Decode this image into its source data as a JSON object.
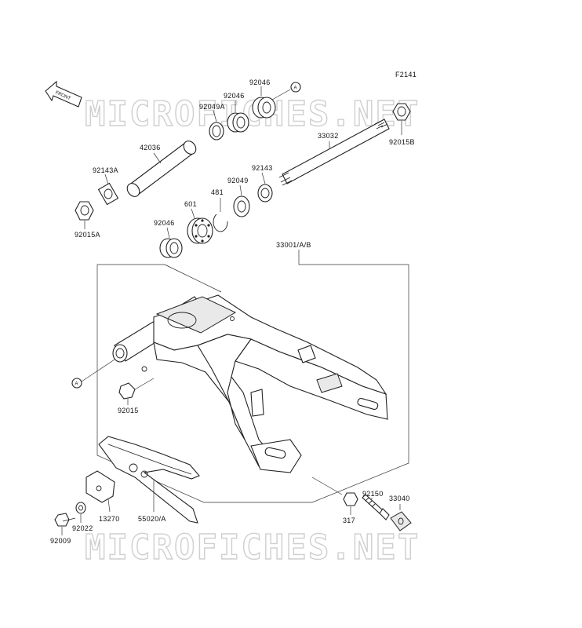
{
  "diagram": {
    "figure_id": "F2141",
    "watermarks": [
      "MICROFICHES.NET",
      "MICROFICHES.NET"
    ],
    "front_arrow_label": "FRONT",
    "ref_marker": "A",
    "part_labels": {
      "p92046_top": "92046",
      "p92046_mid": "92046",
      "p92049A": "92049A",
      "p33032": "33032",
      "p92015B": "92015B",
      "p42036": "42036",
      "p92143A": "92143A",
      "p92143": "92143",
      "p92049": "92049",
      "p481": "481",
      "p601": "601",
      "p92015A": "92015A",
      "p92046_low": "92046",
      "p33001": "33001/A/B",
      "p92015": "92015",
      "p92150": "92150",
      "p33040": "33040",
      "p317": "317",
      "p13270": "13270",
      "p55020": "55020/A",
      "p92022": "92022",
      "p92009": "92009"
    }
  }
}
